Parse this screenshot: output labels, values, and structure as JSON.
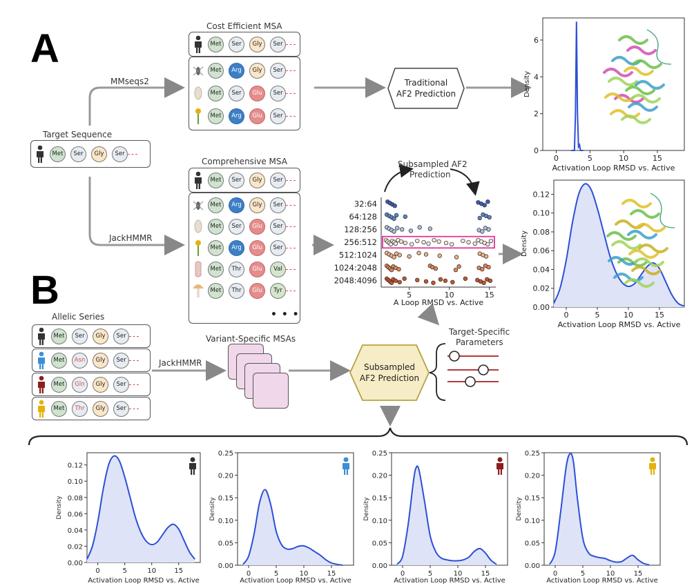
{
  "panels": {
    "a": "A",
    "b": "B"
  },
  "labels": {
    "target_sequence": "Target Sequence",
    "mmseqs2": "MMseqs2",
    "jackhmmr": "JackHMMR",
    "jackhmmr2": "JackHMMR",
    "cost_msa": "Cost Efficient MSA",
    "comp_msa": "Comprehensive MSA",
    "traditional": "Traditional",
    "traditional2": "AF2 Prediction",
    "subsampled_top": "Subsampled AF2",
    "subsampled_top2": "Prediction",
    "allelic": "Allelic Series",
    "variant_msas": "Variant-Specific MSAs",
    "subsampled_mid": "Subsampled",
    "subsampled_mid2": "AF2 Prediction",
    "target_params": "Target-Specific",
    "target_params2": "Parameters",
    "ellipsis": "• • •"
  },
  "residues": {
    "met": "Met",
    "ser": "Ser",
    "gly": "Gly",
    "arg": "Arg",
    "glu": "Glu",
    "thr": "Thr",
    "val": "Val",
    "tyr": "Tyr",
    "asn": "Asn",
    "gln": "Gln"
  },
  "colors": {
    "blue_curve": "#2b4fd6",
    "fill": "#dfe3f7",
    "highlight": "#e0349a",
    "person_black": "#333333",
    "person_blue": "#3c8fd6",
    "person_red": "#8b1e1e",
    "person_yellow": "#e3b20b"
  },
  "chart_data": [
    {
      "id": "traditional_density",
      "type": "line",
      "xlabel": "Activation Loop RMSD vs. Active",
      "ylabel": "Density",
      "xlim": [
        -2,
        19
      ],
      "ylim": [
        0,
        7.2
      ],
      "xticks": [
        0,
        5,
        10,
        15
      ],
      "yticks": [
        0,
        2,
        4,
        6
      ],
      "x": [
        2.2,
        2.7,
        2.85,
        3.0,
        3.15,
        3.3,
        3.45,
        3.6,
        4.0
      ],
      "y": [
        0,
        0,
        2.0,
        7.0,
        2.0,
        0.2,
        0.3,
        0,
        0
      ]
    },
    {
      "id": "subsampled_density",
      "type": "area",
      "xlabel": "Activation Loop RMSD vs. Active",
      "ylabel": "Density",
      "xlim": [
        -2,
        19
      ],
      "ylim": [
        0,
        0.135
      ],
      "xticks": [
        0,
        5,
        10,
        15
      ],
      "yticks": [
        0.0,
        0.02,
        0.04,
        0.06,
        0.08,
        0.1,
        0.12
      ],
      "x": [
        -2,
        -1,
        0,
        1,
        2,
        3,
        4,
        5,
        6,
        7,
        8,
        9,
        10,
        11,
        12,
        13,
        14,
        15,
        16,
        17,
        18,
        19
      ],
      "y": [
        0.004,
        0.02,
        0.05,
        0.09,
        0.12,
        0.131,
        0.125,
        0.105,
        0.08,
        0.055,
        0.037,
        0.026,
        0.022,
        0.025,
        0.034,
        0.043,
        0.047,
        0.041,
        0.027,
        0.013,
        0.004,
        0.001
      ]
    },
    {
      "id": "strip_plot",
      "type": "scatter",
      "xlabel": "A Loop RMSD vs. Active",
      "categories": [
        "32:64",
        "64:128",
        "128:256",
        "256:512",
        "512:1024",
        "1024:2048",
        "2048:4096"
      ],
      "xlim": [
        1.5,
        15.8
      ],
      "xticks": [
        5,
        10,
        15
      ],
      "highlight_category": "256:512",
      "series": [
        {
          "category": "32:64",
          "x": [
            2.3,
            2.6,
            2.9,
            3.2,
            13.6,
            14.0,
            14.4,
            14.8
          ],
          "color": "#3e5fb8"
        },
        {
          "category": "64:128",
          "x": [
            2.2,
            2.5,
            2.8,
            3.1,
            3.4,
            4.5,
            13.8,
            14.2,
            14.6,
            15.0
          ],
          "color": "#5a86c9"
        },
        {
          "category": "128:256",
          "x": [
            2.2,
            2.5,
            2.8,
            3.1,
            3.5,
            4.1,
            5.2,
            6.3,
            7.6,
            13.7,
            14.1,
            14.5,
            14.9
          ],
          "color": "#a9c3e4"
        },
        {
          "category": "256:512",
          "x": [
            2.1,
            2.3,
            2.5,
            2.7,
            2.9,
            3.1,
            3.3,
            3.6,
            4.0,
            4.5,
            5.3,
            6.0,
            6.8,
            7.4,
            8.1,
            8.7,
            9.6,
            10.3,
            11.7,
            12.4,
            13.2,
            13.6,
            14.0,
            14.4,
            14.8,
            15.2
          ],
          "color": "#f2e5da"
        },
        {
          "category": "512:1024",
          "x": [
            2.2,
            2.5,
            2.8,
            3.1,
            3.4,
            3.8,
            5.0,
            6.2,
            7.1,
            8.8,
            10.9,
            13.8,
            14.2,
            14.6
          ],
          "color": "#f1b48a"
        },
        {
          "category": "1024:2048",
          "x": [
            2.2,
            2.4,
            2.6,
            2.8,
            3.0,
            3.3,
            3.7,
            7.6,
            7.9,
            8.3,
            10.8,
            11.2,
            13.7,
            14.1,
            14.5,
            14.9
          ],
          "color": "#e58556"
        },
        {
          "category": "2048:4096",
          "x": [
            2.2,
            2.4,
            2.6,
            2.8,
            3.0,
            3.3,
            3.8,
            4.4,
            6.0,
            7.1,
            8.0,
            8.9,
            9.5,
            10.4,
            12.0,
            13.5,
            13.9,
            14.3,
            14.7,
            15.1
          ],
          "color": "#c8542c"
        }
      ]
    },
    {
      "id": "allele_black",
      "type": "area",
      "xlabel": "Activation Loop RMSD vs. Active",
      "ylabel": "Density",
      "xlim": [
        -2,
        19
      ],
      "ylim": [
        0,
        0.135
      ],
      "xticks": [
        0,
        5,
        10,
        15
      ],
      "yticks": [
        0.0,
        0.02,
        0.04,
        0.06,
        0.08,
        0.1,
        0.12
      ],
      "x": [
        -2,
        -1,
        0,
        1,
        2,
        3,
        4,
        5,
        6,
        7,
        8,
        9,
        10,
        11,
        12,
        13,
        14,
        15,
        16,
        17,
        18
      ],
      "y": [
        0.004,
        0.02,
        0.05,
        0.09,
        0.12,
        0.131,
        0.125,
        0.105,
        0.08,
        0.055,
        0.037,
        0.026,
        0.022,
        0.025,
        0.034,
        0.043,
        0.047,
        0.041,
        0.027,
        0.013,
        0.004
      ]
    },
    {
      "id": "allele_blue",
      "type": "area",
      "xlabel": "Activation Loop RMSD vs. Active",
      "ylabel": "Density",
      "xlim": [
        -2,
        19
      ],
      "ylim": [
        0,
        0.25
      ],
      "xticks": [
        0,
        5,
        10,
        15
      ],
      "yticks": [
        0.0,
        0.05,
        0.1,
        0.15,
        0.2,
        0.25
      ],
      "x": [
        -1,
        0,
        1,
        2,
        3,
        4,
        5,
        6,
        7,
        8,
        9,
        10,
        11,
        12,
        13,
        14,
        15,
        16,
        17
      ],
      "y": [
        0.002,
        0.02,
        0.07,
        0.14,
        0.168,
        0.135,
        0.075,
        0.045,
        0.036,
        0.037,
        0.042,
        0.043,
        0.038,
        0.03,
        0.022,
        0.012,
        0.005,
        0.002,
        0.0
      ]
    },
    {
      "id": "allele_red",
      "type": "area",
      "xlabel": "Activation Loop RMSD vs. Active",
      "ylabel": "Density",
      "xlim": [
        -2,
        19
      ],
      "ylim": [
        0,
        0.25
      ],
      "xticks": [
        0,
        5,
        10,
        15
      ],
      "yticks": [
        0.0,
        0.05,
        0.1,
        0.15,
        0.2,
        0.25
      ],
      "x": [
        -1,
        0,
        1,
        2,
        2.5,
        3,
        4,
        5,
        6,
        7,
        8,
        9,
        10,
        11,
        12,
        13,
        14,
        15,
        16,
        17
      ],
      "y": [
        0.002,
        0.02,
        0.09,
        0.19,
        0.218,
        0.21,
        0.14,
        0.065,
        0.03,
        0.016,
        0.012,
        0.01,
        0.01,
        0.012,
        0.018,
        0.031,
        0.037,
        0.027,
        0.011,
        0.002
      ]
    },
    {
      "id": "allele_yellow",
      "type": "area",
      "xlabel": "Activation Loop RMSD vs. Active",
      "ylabel": "Density",
      "xlim": [
        -2,
        19
      ],
      "ylim": [
        0,
        0.25
      ],
      "xticks": [
        0,
        5,
        10,
        15
      ],
      "yticks": [
        0.0,
        0.05,
        0.1,
        0.15,
        0.2,
        0.25
      ],
      "x": [
        -1,
        0,
        1,
        2,
        2.7,
        3.3,
        4,
        5,
        6,
        7,
        8,
        9,
        10,
        11,
        12,
        13,
        14,
        15,
        16,
        17
      ],
      "y": [
        0.002,
        0.03,
        0.12,
        0.22,
        0.248,
        0.23,
        0.15,
        0.06,
        0.028,
        0.02,
        0.017,
        0.015,
        0.01,
        0.007,
        0.008,
        0.016,
        0.022,
        0.012,
        0.004,
        0.001
      ]
    }
  ]
}
